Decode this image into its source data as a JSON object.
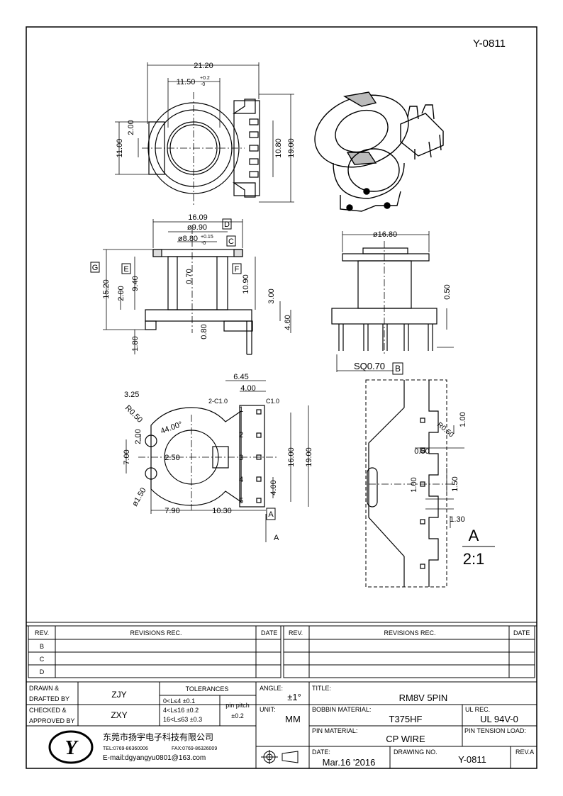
{
  "header": {
    "drawing_code": "Y-0811"
  },
  "top_view": {
    "dims": {
      "width": "21.20",
      "inner": "11.50",
      "inner_tol_plus": "+0.2",
      "inner_tol_minus": "-0",
      "left_h": "11.00",
      "left_slot": "2.00",
      "right_inner": "10.80",
      "right_outer": "19.00"
    }
  },
  "side_view": {
    "dims": {
      "od": "16.09",
      "d1": "ø9.90",
      "d2": "ø8.80",
      "d2_tol_plus": "+0.15",
      "d2_tol_minus": "-0",
      "h_total": "15.20",
      "h_a": "2.00",
      "h_b": "9.40",
      "h_c": "0.70",
      "h_d": "10.90",
      "h_e": "3.00",
      "h_f": "4.60",
      "base": "1.80",
      "gap": "0.80"
    },
    "datum_labels": {
      "d": "D",
      "c": "C",
      "g": "G",
      "e": "E",
      "f": "F"
    }
  },
  "front_view": {
    "dims": {
      "od": "ø16.80",
      "offset": "0.50",
      "pin_sq": "SQ0.70"
    },
    "datum_label": "B"
  },
  "bottom_view": {
    "dims": {
      "w_total": "6.45",
      "w_pin": "4.00",
      "c1": "2-C1.0",
      "c2": "C1.0",
      "r1": "3.25",
      "r2": "R0.50",
      "angle": "44.00°",
      "slot": "2.00",
      "d_left": "7.00",
      "center": "2.50",
      "hole": "ø1.50",
      "bottom_left": "7.90",
      "bottom_right": "10.30",
      "pitch": "4.00",
      "inner": "16.00",
      "outer": "19.00"
    },
    "pins": [
      "1",
      "2",
      "3",
      "4",
      "5"
    ],
    "datum_label": "A",
    "leader_label": "A"
  },
  "pcb_view": {
    "dims": {
      "a": "1.00",
      "b": "R0.50",
      "c": "0.50",
      "d": "1.00",
      "e": "1.50",
      "f": "1.30"
    },
    "scale_top": "A",
    "scale_bottom": "2:1"
  },
  "title_block": {
    "revisions": {
      "rev_header": "REV.",
      "rec_header": "REVISIONS    REC.",
      "date_header": "DATE",
      "rows": [
        "B",
        "C",
        "D"
      ]
    },
    "drawn_label_1": "DRAWN &",
    "drawn_label_2": "DRAFTED BY",
    "drawn_value": "ZJY",
    "checked_label_1": "CHECKED &",
    "checked_label_2": "APPROVED BY",
    "checked_value": "ZXY",
    "tolerances_label": "TOLERANCES",
    "tol_rows": [
      "0<L≤4    ±0.1",
      "4<L≤16  ±0.2",
      "16<L≤63  ±0.3"
    ],
    "pin_pitch_label": "pin pitch",
    "pin_pitch_value": "±0.2",
    "angle_label": "ANGLE:",
    "angle_value": "±1°",
    "unit_label": "UNIT:",
    "unit_value": "MM",
    "title_label": "TITLE:",
    "title_value": "RM8V 5PIN",
    "bobbin_label": "BOBBIN MATERIAL:",
    "bobbin_value": "T375HF",
    "ul_label": "UL REC.",
    "ul_value": "UL 94V-0",
    "pin_material_label": "PIN MATERIAL:",
    "pin_material_value": "CP WIRE",
    "pin_tension_label": "PIN TENSION LOAD:",
    "date_label": "DATE:",
    "date_value": "Mar.16 '2016",
    "drawing_no_label": "DRAWING NO.",
    "drawing_no_value": "Y-0811",
    "rev_label": "REV.A",
    "company_name": "东莞市扬宇电子科技有限公司",
    "company_tel": "TEL:0769-86360006",
    "company_fax": "FAX:0769-86326009",
    "company_email": "E-mail:dgyangyu0801@163.com"
  }
}
